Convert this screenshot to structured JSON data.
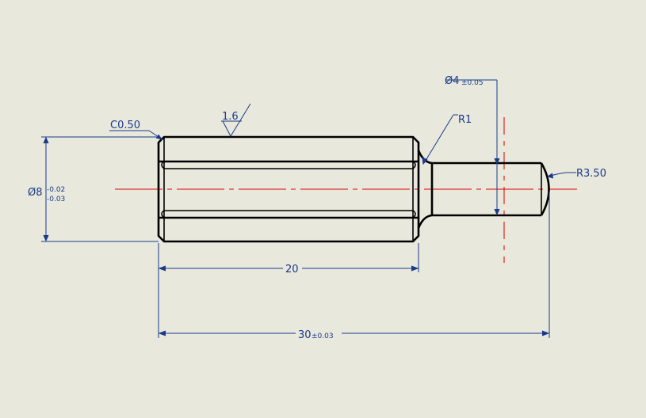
{
  "colors": {
    "background": "#e8e8dc",
    "outline": "#000000",
    "dimension": "#1a3a8a",
    "centerline": "#e00000"
  },
  "annotations": {
    "chamfer": "C0.50",
    "roughness": "1.6",
    "radius_fillet": "R1",
    "radius_tip": "R3.50"
  },
  "dimensions": {
    "main_diameter": {
      "symbol": "Ø8",
      "upper_tol": "-0.02",
      "lower_tol": "-0.03"
    },
    "pin_diameter": {
      "symbol": "Ø4",
      "tol": "±0.05"
    },
    "body_length": "20",
    "total_length": {
      "value": "30",
      "tol": "±0.03"
    }
  }
}
